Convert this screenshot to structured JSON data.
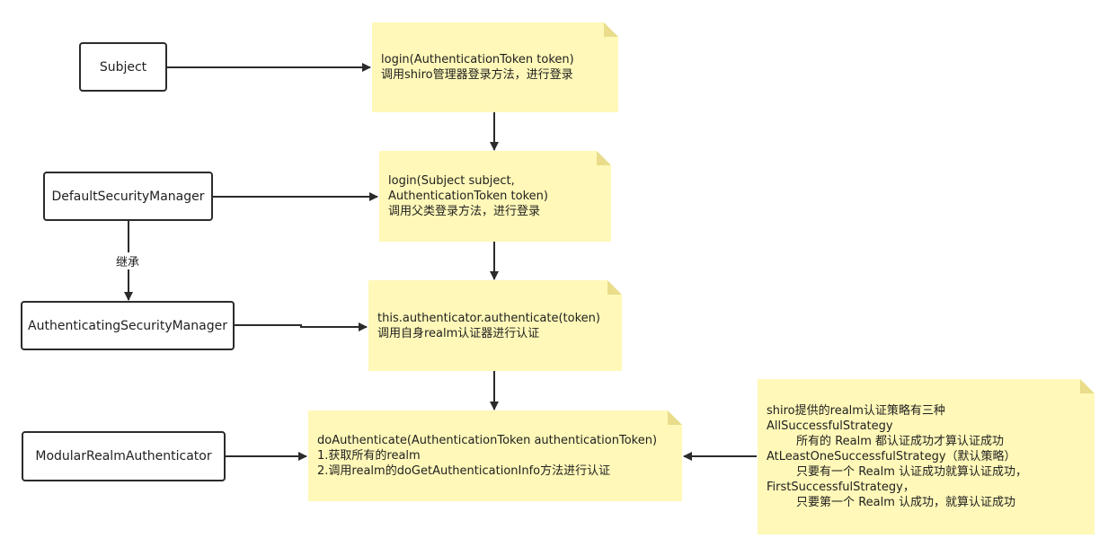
{
  "nodes": {
    "subject": "Subject",
    "default_security_manager": "DefaultSecurityManager",
    "authenticating_security_manager": "AuthenticatingSecurityManager",
    "modular_realm_authenticator": "ModularRealmAuthenticator"
  },
  "edge_labels": {
    "inherit": "继承"
  },
  "notes": {
    "login": [
      "login(AuthenticationToken token)",
      "调用shiro管理器登录方法，进行登录"
    ],
    "security_login": [
      "login(Subject subject,",
      "AuthenticationToken token)",
      "调用父类登录方法，进行登录"
    ],
    "authenticate": [
      "this.authenticator.authenticate(token)",
      "调用自身realm认证器进行认证"
    ],
    "do_authenticate": [
      "doAuthenticate(AuthenticationToken authenticationToken)",
      "1.获取所有的realm",
      "2.调用realm的doGetAuthenticationInfo方法进行认证"
    ],
    "strategies": [
      "shiro提供的realm认证策略有三种",
      "AllSuccessfulStrategy",
      "        所有的 Realm 都认证成功才算认证成功",
      "AtLeastOneSuccessfulStrategy（默认策略）",
      "        只要有一个 Realm 认证成功就算认证成功，",
      "FirstSuccessfulStrategy，",
      "        只要第一个 Realm 认成功，就算认证成功"
    ]
  },
  "colors": {
    "note_fill": "#fff8b8",
    "stroke": "#2b2b2b"
  }
}
